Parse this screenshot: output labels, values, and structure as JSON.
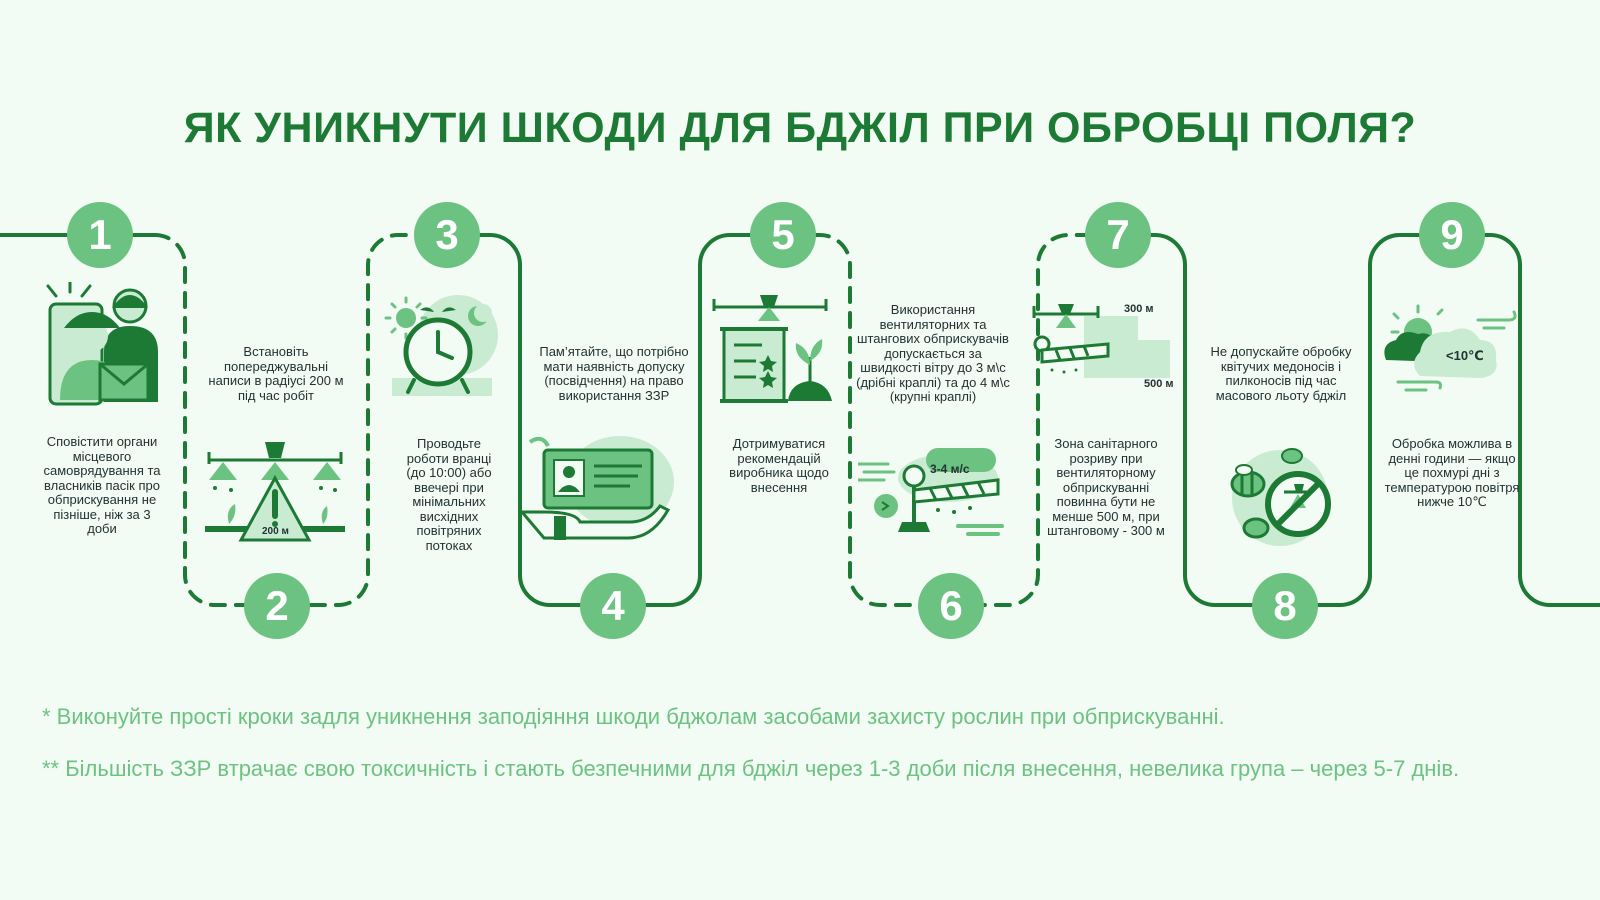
{
  "title": "ЯК УНИКНУТИ ШКОДИ ДЛЯ БДЖІЛ ПРИ ОБРОБЦІ ПОЛЯ?",
  "colors": {
    "dark_green": "#1d7a34",
    "mid_green": "#6cc281",
    "light_green": "#c9ebd1",
    "background": "#f2fbf4"
  },
  "steps": [
    {
      "number": "1",
      "text": "Сповістити органи місцевого самоврядування та власників пасік про обприскування не пізніше, ніж за 3 доби",
      "icon": "notify-people-icon"
    },
    {
      "number": "2",
      "text": "Встановіть попереджувальні написи в радіусі 200 м під час робіт",
      "icon": "warning-sprayer-icon",
      "icon_label": "200 м"
    },
    {
      "number": "3",
      "text": "Проводьте роботи вранці (до 10:00) або ввечері при мінімальних висхідних повітряних потоках",
      "icon": "alarm-clock-icon"
    },
    {
      "number": "4",
      "text": "Пам’ятайте, що потрібно мати наявність допуску (посвідчення) на право використання ЗЗР",
      "icon": "license-card-icon"
    },
    {
      "number": "5",
      "text": "Дотримуватися рекомендацій виробника щодо внесення",
      "icon": "instructions-scroll-icon"
    },
    {
      "number": "6",
      "text": "Використання вентиляторних та штангових обприскувачів допускається за швидкості вітру до 3 м\\с (дрібні краплі) та до 4 м\\с (крупні краплі)",
      "icon": "wind-sprayer-icon",
      "icon_label": "3-4 м/с"
    },
    {
      "number": "7",
      "text": "Зона санітарного розриву при вентиляторному обприскуванні повинна бути не менше 500 м, при штанговому - 300 м",
      "icon": "sanitary-zone-icon",
      "icon_labels": [
        "300 м",
        "500 м"
      ]
    },
    {
      "number": "8",
      "text": "Не допускайте обробку квітучих медоносів і пилконосів під час масового льоту бджіл",
      "icon": "no-spray-bees-icon"
    },
    {
      "number": "9",
      "text": "Обробка можлива в денні години — якщо це похмурі дні з температурою повітря нижче 10℃",
      "icon": "cloudy-weather-icon",
      "icon_label": "<10℃"
    }
  ],
  "notes": [
    "* Виконуйте прості кроки задля уникнення заподіяння шкоди бджолам засобами захисту рослин при обприскуванні.",
    "** Більшість ЗЗР втрачає свою токсичність і стають безпечними для бджіл через 1-3 доби після внесення, невелика група – через 5-7 днів."
  ]
}
